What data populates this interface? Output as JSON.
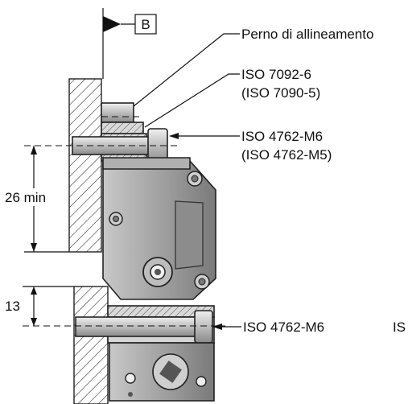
{
  "datum_label": "B",
  "labels": {
    "alignment_pin": "Perno di allineamento",
    "iso_7092": "ISO 7092-6",
    "iso_7090": "(ISO 7090-5)",
    "iso_4762_m6_upper": "ISO 4762-M6",
    "iso_4762_m5": "(ISO 4762-M5)",
    "iso_4762_m6_lower": "ISO 4762-M6",
    "truncated_label": "IS"
  },
  "dimensions": {
    "upper_gap": "26 min",
    "lower_gap": "13"
  }
}
